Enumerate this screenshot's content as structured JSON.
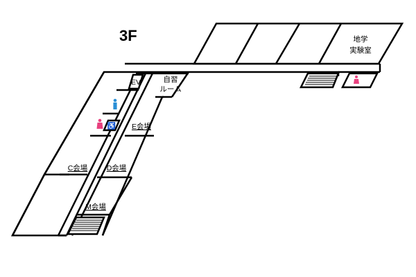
{
  "floor": {
    "label": "3F"
  },
  "rooms": {
    "geo_lab_line1": "地学",
    "geo_lab_line2": "実験室",
    "study_room_line1": "自習",
    "study_room_line2": "ルーム",
    "ev": "EV",
    "hall_c": "C会場",
    "hall_d": "D会場",
    "hall_e": "E会場",
    "hall_m": "M会場"
  },
  "icons": {
    "male_restroom": "male-restroom-icon",
    "female_restroom": "female-restroom-icon",
    "accessible_restroom": "wheelchair-icon",
    "stairs": "stairs-icon"
  },
  "colors": {
    "male": "#2a8fd6",
    "female": "#e8417f",
    "line": "#000000",
    "background": "#ffffff"
  }
}
